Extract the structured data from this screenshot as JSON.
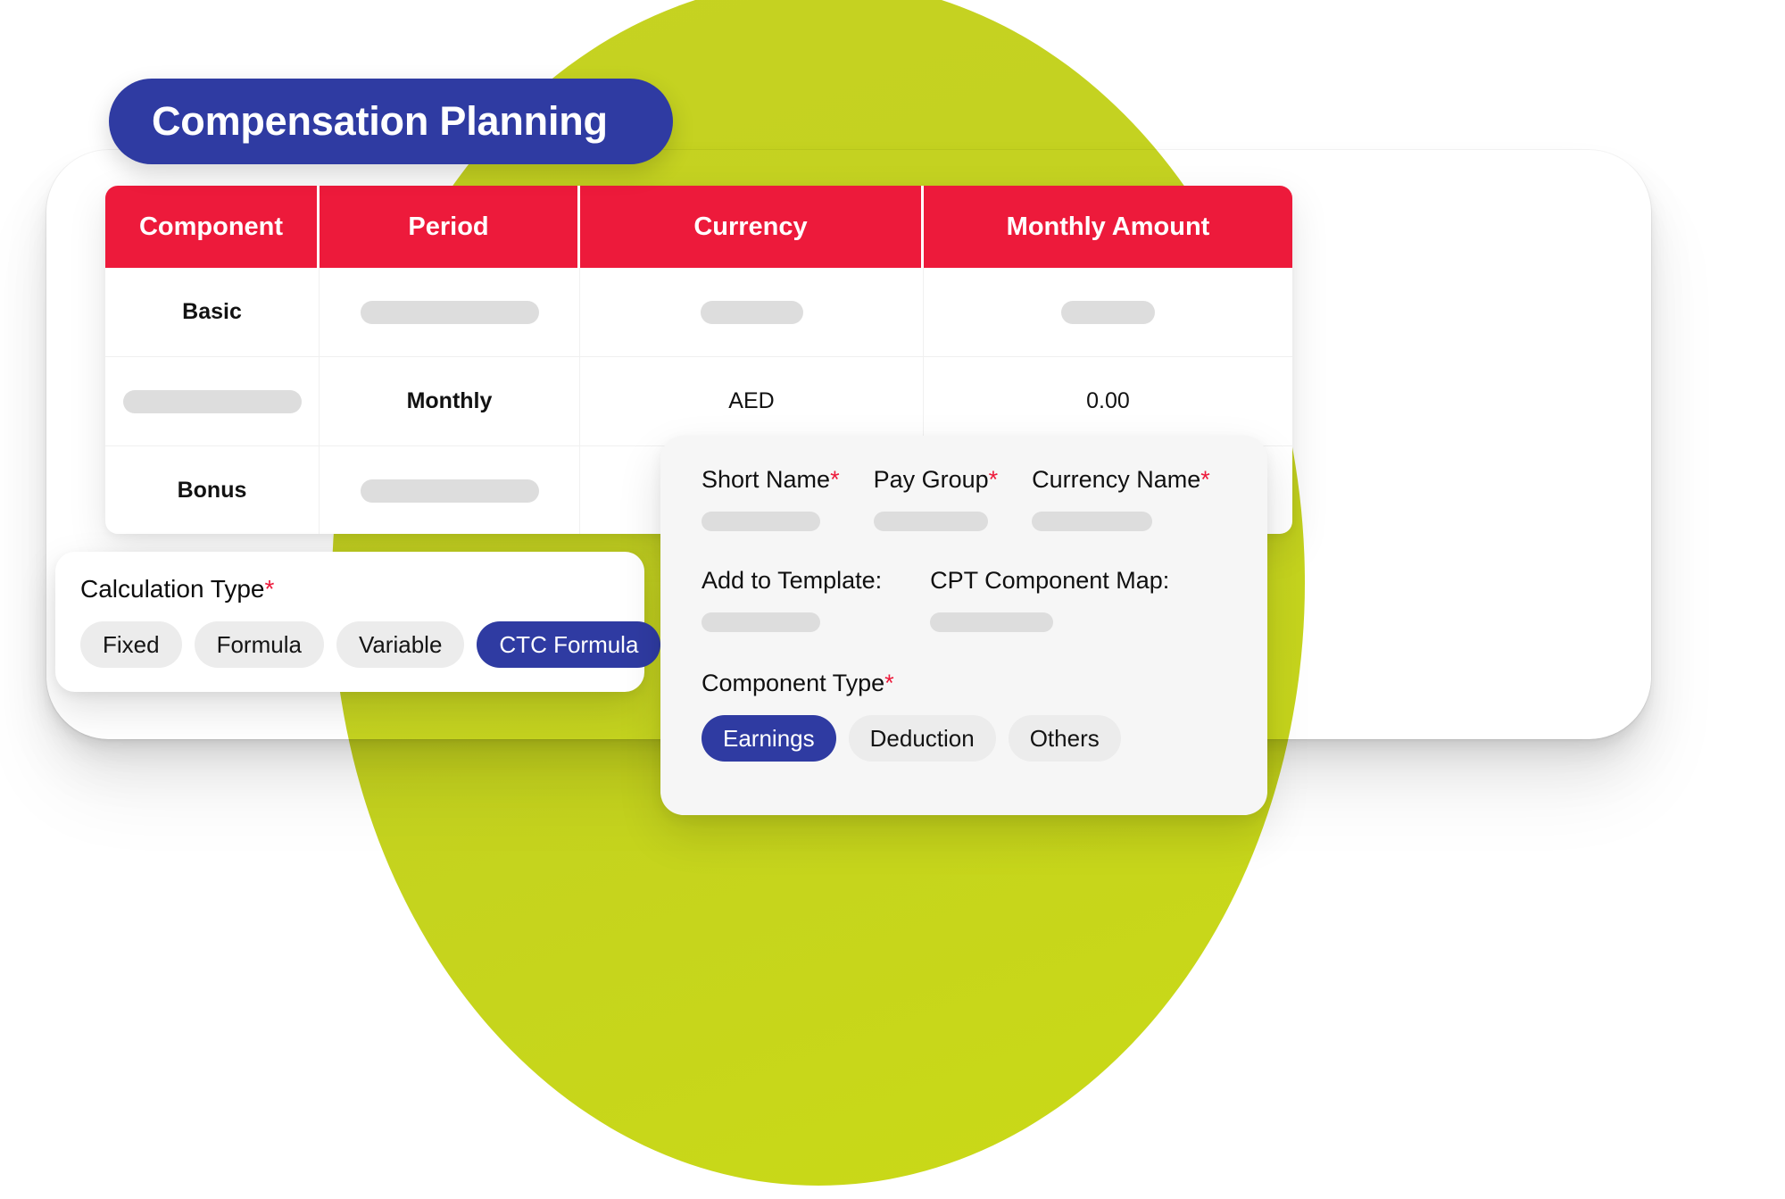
{
  "header": {
    "title": "Compensation Planning"
  },
  "colors": {
    "brand_blue": "#2F3BA2",
    "accent_red": "#ED1A3B",
    "accent_green": "#C6D321",
    "panel_grey": "#F6F6F6",
    "chip_grey": "#ECECEC",
    "skeleton_grey": "#DDDDDD"
  },
  "table": {
    "columns": [
      "Component",
      "Period",
      "Currency",
      "Monthly Amount"
    ],
    "rows": [
      {
        "component": "Basic",
        "component_placeholder": false,
        "period": "",
        "period_placeholder": true,
        "currency": "",
        "currency_placeholder": true,
        "amount": "",
        "amount_placeholder": true
      },
      {
        "component": "",
        "component_placeholder": true,
        "period": "Monthly",
        "period_placeholder": false,
        "currency": "AED",
        "currency_placeholder": false,
        "amount": "0.00",
        "amount_placeholder": false
      },
      {
        "component": "Bonus",
        "component_placeholder": false,
        "period": "",
        "period_placeholder": true,
        "currency": "",
        "currency_placeholder": true,
        "amount": "",
        "amount_placeholder": true
      }
    ]
  },
  "calculation_type": {
    "label": "Calculation Type",
    "required_marker": "*",
    "options": [
      {
        "label": "Fixed",
        "selected": false
      },
      {
        "label": "Formula",
        "selected": false
      },
      {
        "label": "Variable",
        "selected": false
      },
      {
        "label": "CTC Formula",
        "selected": true
      }
    ]
  },
  "detail_panel": {
    "fields_row1": [
      {
        "label": "Short Name",
        "required_marker": "*",
        "value": ""
      },
      {
        "label": "Pay Group",
        "required_marker": "*",
        "value": ""
      },
      {
        "label": "Currency Name",
        "required_marker": "*",
        "value": ""
      }
    ],
    "fields_row2": [
      {
        "label": "Add to Template:",
        "required_marker": "",
        "value": ""
      },
      {
        "label": "CPT Component Map:",
        "required_marker": "",
        "value": ""
      }
    ],
    "component_type": {
      "label": "Component Type",
      "required_marker": "*",
      "options": [
        {
          "label": "Earnings",
          "selected": true
        },
        {
          "label": "Deduction",
          "selected": false
        },
        {
          "label": "Others",
          "selected": false
        }
      ]
    }
  }
}
